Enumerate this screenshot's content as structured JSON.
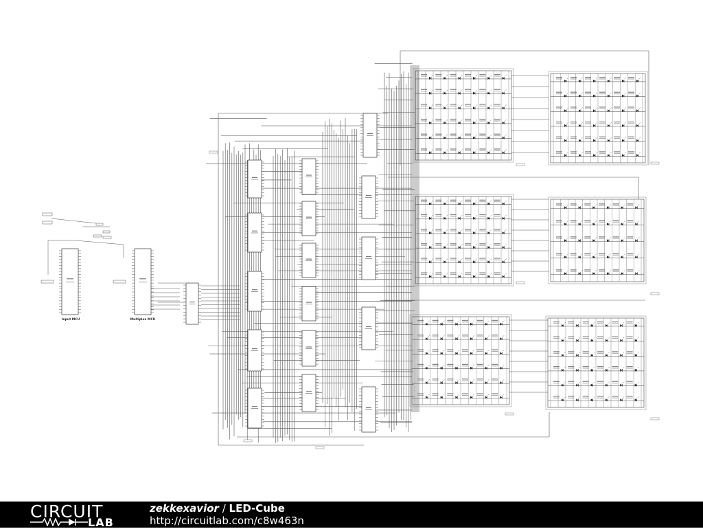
{
  "footer": {
    "logo_top": "CIRCUIT",
    "logo_bottom": "LAB",
    "author": "zekkexavior",
    "separator": " / ",
    "project": "LED-Cube",
    "url": "http://circuitlab.com/c8w463n"
  },
  "schematic": {
    "mcus": [
      {
        "caption": "Input MCU"
      },
      {
        "caption": "Multiplex MCU"
      }
    ],
    "colors": {
      "wire": "#555555",
      "body": "#ffffff",
      "outline": "#333333"
    }
  }
}
